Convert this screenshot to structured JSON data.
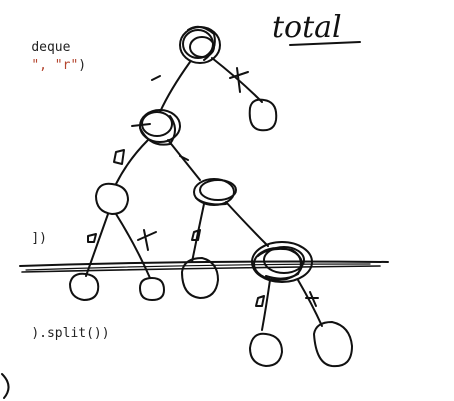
{
  "code_lines": {
    "line_deque": "deque",
    "line_str_prefix": "\", ",
    "line_str_r": "\"r\"",
    "line_str_suffix": ")",
    "line_bracket": "]",
    "line_close": ")",
    "line_split": ").split())"
  },
  "annotations": {
    "title": "total"
  },
  "colors": {
    "ink": "#111111",
    "code_text": "#222222",
    "string_red": "#b4452e"
  }
}
